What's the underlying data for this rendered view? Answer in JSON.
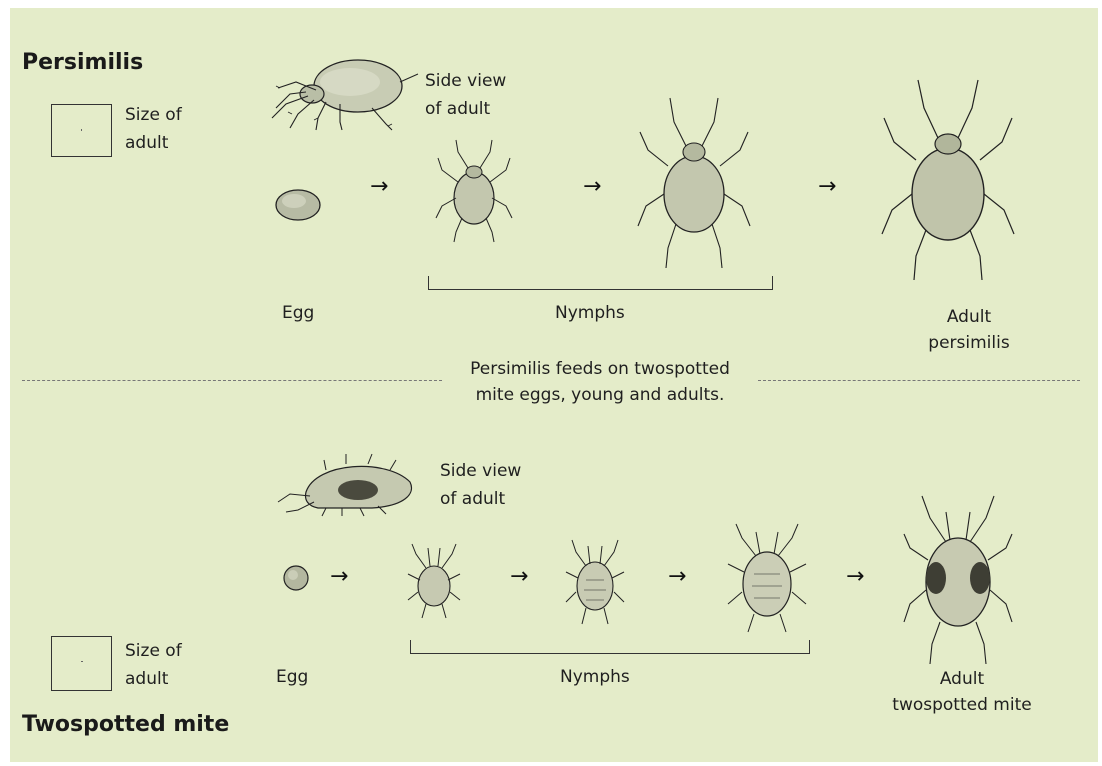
{
  "persimilis": {
    "title": "Persimilis",
    "size_label": [
      "Size of",
      "adult"
    ],
    "side_view": [
      "Side view",
      "of adult"
    ],
    "egg_label": "Egg",
    "nymphs_label": "Nymphs",
    "adult_label": [
      "Adult",
      "persimilis"
    ]
  },
  "separator": {
    "caption": [
      "Persimilis feeds on twospotted",
      "mite eggs, young and adults."
    ]
  },
  "twospotted": {
    "title": "Twospotted mite",
    "size_label": [
      "Size of",
      "adult"
    ],
    "side_view": [
      "Side view",
      "of adult"
    ],
    "egg_label": "Egg",
    "nymphs_label": "Nymphs",
    "adult_label": [
      "Adult",
      "twospotted mite"
    ]
  },
  "icons": {
    "arrow": "→"
  },
  "colors": {
    "panel_background": "#e4ecc9",
    "ink": "#1a1a1a"
  }
}
